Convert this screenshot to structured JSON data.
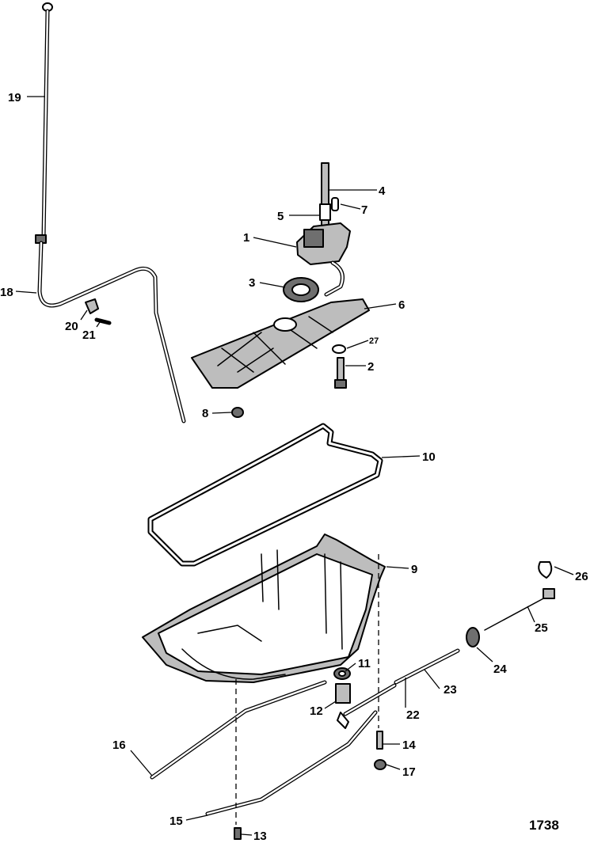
{
  "callouts": {
    "c1": "1",
    "c2": "2",
    "c3": "3",
    "c4": "4",
    "c5": "5",
    "c6": "6",
    "c7": "7",
    "c8": "8",
    "c9": "9",
    "c10": "10",
    "c11": "11",
    "c12": "12",
    "c13": "13",
    "c14": "14",
    "c15": "15",
    "c16": "16",
    "c17": "17",
    "c18": "18",
    "c19": "19",
    "c20": "20",
    "c21": "21",
    "c22": "22",
    "c23": "23",
    "c24": "24",
    "c25": "25",
    "c26": "26",
    "c27": "27"
  },
  "figure_number": "1738"
}
